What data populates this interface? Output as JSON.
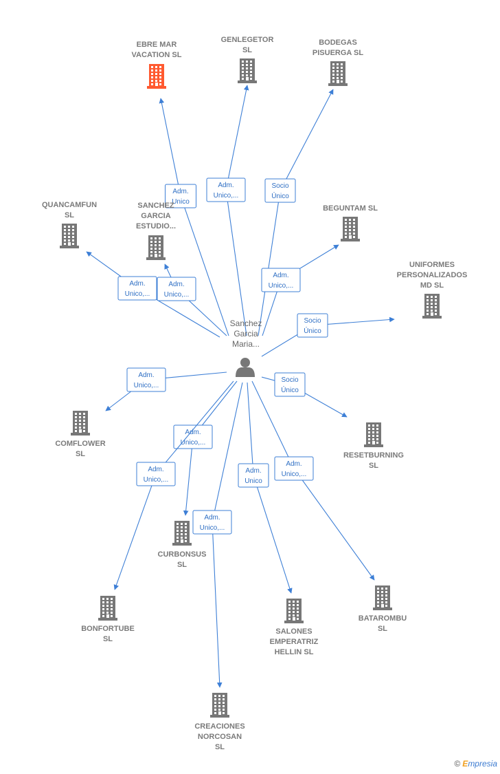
{
  "center": {
    "label_lines": [
      "Sanchez",
      "Garcia",
      "Maria..."
    ],
    "icon": "person-icon"
  },
  "companies": [
    {
      "id": "ebre",
      "lines": [
        "EBRE MAR",
        "VACATION  SL"
      ],
      "color": "#ff5a30"
    },
    {
      "id": "genlegetor",
      "lines": [
        "GENLEGETOR",
        "SL"
      ],
      "color": "#777777"
    },
    {
      "id": "bodegas",
      "lines": [
        "BODEGAS",
        "PISUERGA SL"
      ],
      "color": "#777777"
    },
    {
      "id": "quancamfun",
      "lines": [
        "QUANCAMFUN",
        "SL"
      ],
      "color": "#777777"
    },
    {
      "id": "sanchez",
      "lines": [
        "SANCHEZ",
        "GARCIA",
        "ESTUDIO..."
      ],
      "color": "#777777"
    },
    {
      "id": "beguntam",
      "lines": [
        "BEGUNTAM  SL"
      ],
      "color": "#777777"
    },
    {
      "id": "uniformes",
      "lines": [
        "UNIFORMES",
        "PERSONALIZADOS",
        "MD SL"
      ],
      "color": "#777777"
    },
    {
      "id": "comflower",
      "lines": [
        "COMFLOWER",
        "SL"
      ],
      "color": "#777777"
    },
    {
      "id": "resetburning",
      "lines": [
        "RESETBURNING",
        "SL"
      ],
      "color": "#777777"
    },
    {
      "id": "curbonsus",
      "lines": [
        "CURBONSUS",
        "SL"
      ],
      "color": "#777777"
    },
    {
      "id": "bonfortube",
      "lines": [
        "BONFORTUBE",
        "SL"
      ],
      "color": "#777777"
    },
    {
      "id": "salones",
      "lines": [
        "SALONES",
        "EMPERATRIZ",
        "HELLIN SL"
      ],
      "color": "#777777"
    },
    {
      "id": "batarombu",
      "lines": [
        "BATAROMBU",
        "SL"
      ],
      "color": "#777777"
    },
    {
      "id": "creaciones",
      "lines": [
        "CREACIONES",
        "NORCOSAN",
        "SL"
      ],
      "color": "#777777"
    }
  ],
  "edges": [
    {
      "to": "ebre",
      "lines": [
        "Adm.",
        "Unico"
      ]
    },
    {
      "to": "genlegetor",
      "lines": [
        "Adm.",
        "Unico,..."
      ]
    },
    {
      "to": "bodegas",
      "lines": [
        "Socio",
        "Único"
      ]
    },
    {
      "to": "quancamfun",
      "lines": [
        "Adm.",
        "Unico,..."
      ]
    },
    {
      "to": "sanchez",
      "lines": [
        "Adm.",
        "Unico,..."
      ]
    },
    {
      "to": "beguntam",
      "lines": [
        "Adm.",
        "Unico,..."
      ]
    },
    {
      "to": "uniformes",
      "lines": [
        "Socio",
        "Único"
      ]
    },
    {
      "to": "comflower",
      "lines": [
        "Adm.",
        "Unico,..."
      ]
    },
    {
      "to": "resetburning",
      "lines": [
        "Socio",
        "Único"
      ]
    },
    {
      "to": "curbonsus",
      "lines": [
        "Adm.",
        "Unico,..."
      ]
    },
    {
      "to": "bonfortube",
      "lines": [
        "Adm.",
        "Unico,..."
      ]
    },
    {
      "to": "creaciones",
      "lines": [
        "Adm.",
        "Unico,..."
      ]
    },
    {
      "to": "salones",
      "lines": [
        "Adm.",
        "Unico"
      ]
    },
    {
      "to": "batarombu",
      "lines": [
        "Adm.",
        "Unico,..."
      ]
    }
  ],
  "footer": {
    "copyright": "©",
    "brand_initial": "E",
    "brand_rest": "mpresia"
  }
}
